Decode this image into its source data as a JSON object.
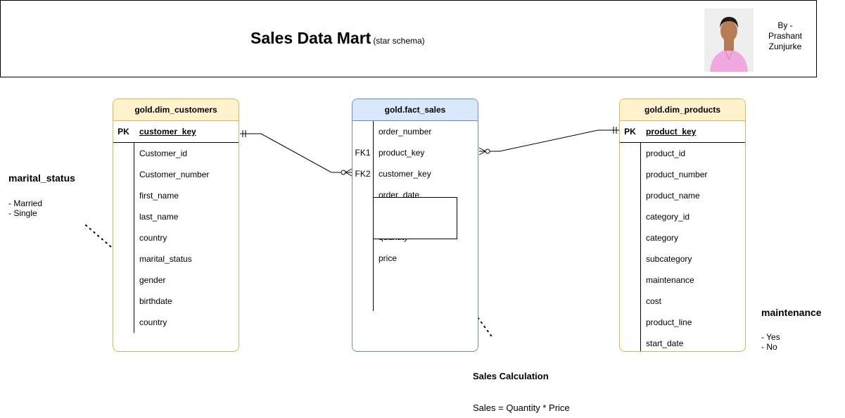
{
  "header": {
    "title": "Sales Data Mart",
    "subtitle": "(star schema)",
    "author_lines": [
      "By -",
      "Prashant",
      "Zunjurke"
    ]
  },
  "tables": {
    "customers": {
      "name": "gold.dim_customers",
      "pk_label": "PK",
      "pk_field": "customer_key",
      "fields": [
        "Customer_id",
        "Customer_number",
        "first_name",
        "last_name",
        "country",
        "marital_status",
        "gender",
        "birthdate",
        "country"
      ]
    },
    "fact": {
      "name": "gold.fact_sales",
      "rows": [
        {
          "key": "",
          "field": "order_number"
        },
        {
          "key": "FK1",
          "field": "product_key"
        },
        {
          "key": "FK2",
          "field": "customer_key"
        },
        {
          "key": "",
          "field": "order_date"
        },
        {
          "key": "",
          "field": ""
        },
        {
          "key": "",
          "field": "quantity"
        },
        {
          "key": "",
          "field": "price"
        }
      ]
    },
    "products": {
      "name": "gold.dim_products",
      "pk_label": "PK",
      "pk_field": "product_key",
      "fields": [
        "product_id",
        "product_number",
        "product_name",
        "category_id",
        "category",
        "subcategory",
        "maintenance",
        "cost",
        "product_line",
        "start_date"
      ]
    }
  },
  "notes": {
    "marital": {
      "title": "marital_status",
      "items": [
        "- Married",
        "- Single"
      ]
    },
    "maintenance": {
      "title": "maintenance",
      "items": [
        "- Yes",
        "- No"
      ]
    },
    "calc": {
      "title": "Sales Calculation",
      "formula": "Sales = Quantity * Price"
    }
  },
  "colors": {
    "dim_border": "#d6b656",
    "dim_header": "#fff2cc",
    "fact_border": "#6c8ebf",
    "fact_header": "#dae8fc"
  }
}
